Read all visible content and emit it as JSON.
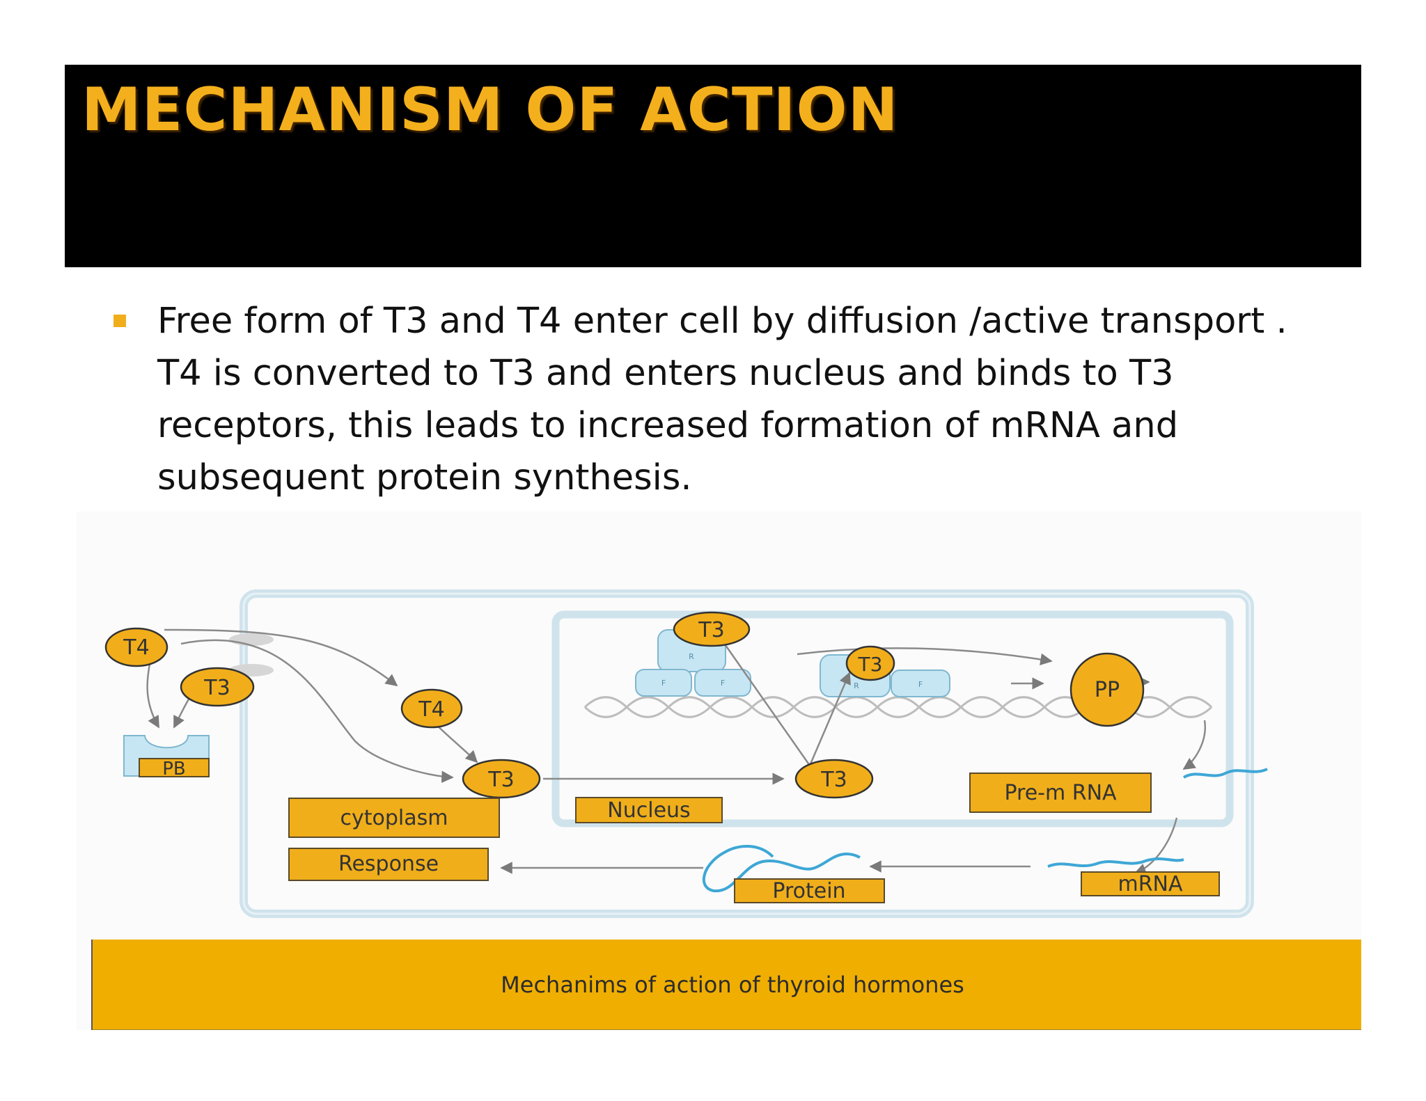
{
  "title": "MECHANISM OF ACTION",
  "bullet": "Free form of T3 and T4 enter cell by diffusion /active transport . T4 is converted to T3 and enters nucleus and binds to T3 receptors, this leads to increased formation of mRNA and subsequent protein synthesis.",
  "diagram": {
    "caption": "Mechanims of action of thyroid hormones",
    "labels": {
      "t4_outside": "T4",
      "t3_outside": "T3",
      "pb": "PB",
      "t4_cytoplasm": "T4",
      "t3_cytoplasm": "T3",
      "t3_nucleus": "T3",
      "t3_receptor_top": "T3",
      "t3_receptor_mid": "T3",
      "pp": "PP",
      "cytoplasm": "cytoplasm",
      "response": "Response",
      "nucleus": "Nucleus",
      "pre_mrna": "Pre-m RNA",
      "mrna": "mRNA",
      "protein": "Protein",
      "receptor_r1": "R",
      "receptor_r2": "R",
      "receptor_f1": "F",
      "receptor_f2": "F",
      "receptor_f3": "F"
    },
    "colors": {
      "hormone_fill": "#f2ae1a",
      "label_box_fill": "#f0ae1a",
      "cell_border": "#cfe3ec",
      "receptor_fill": "#c7e6f3",
      "rna_color": "#3ea7d6",
      "caption_band": "#f0ae00"
    }
  }
}
